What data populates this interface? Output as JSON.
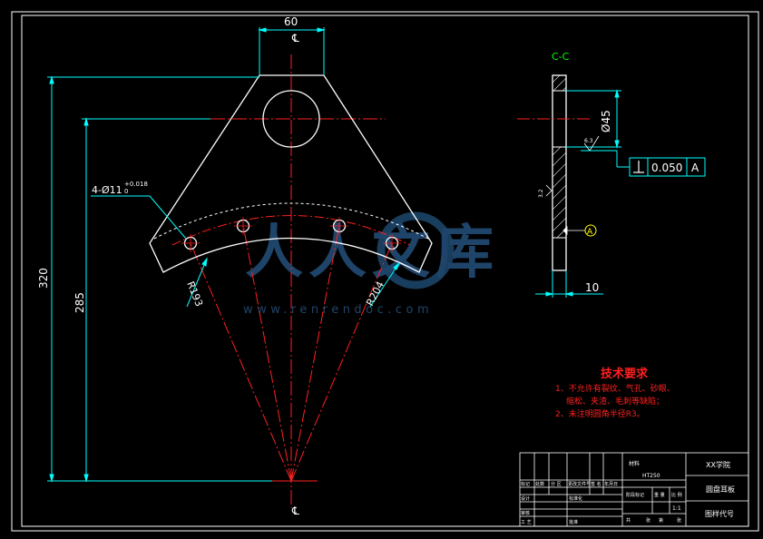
{
  "drawing": {
    "dims": {
      "top_width": "60",
      "height_320": "320",
      "height_285": "285",
      "holes": "4-Ø11",
      "tol_upper": "+0.018",
      "tol_lower": "0",
      "r193": "R193",
      "r204": "R204",
      "dia45": "Ø45",
      "thick10": "10",
      "rough1": "6.3",
      "rough2": "3.2"
    },
    "centerline_symbol": "℄",
    "section_label": "C-C",
    "datum_letter": "A",
    "gdt": {
      "value": "0.050",
      "datum": "A"
    }
  },
  "tech_req": {
    "title": "技术要求",
    "line1": "1、不允许有裂纹、气孔、砂眼、",
    "line2": "缩松、夹渣、毛刺等缺陷；",
    "line3": "2、未注明圆角半径R3。"
  },
  "watermark": {
    "logo_text": "人人文库",
    "url": "www.renrendoc.com"
  },
  "title_block": {
    "material": "材料",
    "material_value": "HT250",
    "school": "XX学院",
    "part_name": "圆盘耳板",
    "drawing_no_label": "图样代号",
    "small_labels": [
      "标记",
      "处数",
      "分 区",
      "更改文件号",
      "签 名",
      "年月日",
      "设计",
      "标准化",
      "审核",
      "工 艺",
      "批准"
    ],
    "stage_label": "阶段标记",
    "weight_label": "重 量",
    "scale_label": "比 例",
    "scale_value": "1:1",
    "sheet_total": "共",
    "sheet_unit": "张",
    "sheet_no": "第",
    "sheet_unit2": "张"
  }
}
